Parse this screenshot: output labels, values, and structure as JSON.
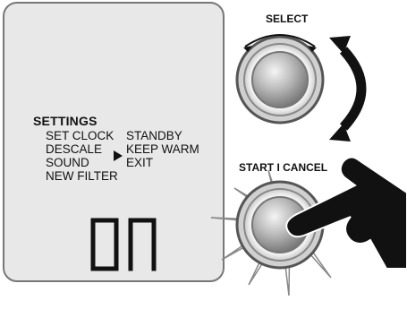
{
  "lcd": {
    "settings_title": "SETTINGS",
    "menu": {
      "left": [
        "SET CLOCK",
        "DESCALE",
        "SOUND",
        "NEW FILTER"
      ],
      "right": [
        "STANDBY",
        "KEEP WARM",
        "EXIT"
      ],
      "selected": "KEEP WARM"
    },
    "display_value": "ON"
  },
  "controls": {
    "select_label": "SELECT",
    "start_cancel_label": "START I CANCEL"
  },
  "icons": {
    "rotate_arrow": "curved-double-arrow-icon",
    "hand": "pointing-hand-icon",
    "press_glow": "burst-icon"
  },
  "colors": {
    "lcd_background": "#e8e8e8",
    "outline": "#777777",
    "knob_gray": "#9a9a9a",
    "ink": "#111111"
  }
}
